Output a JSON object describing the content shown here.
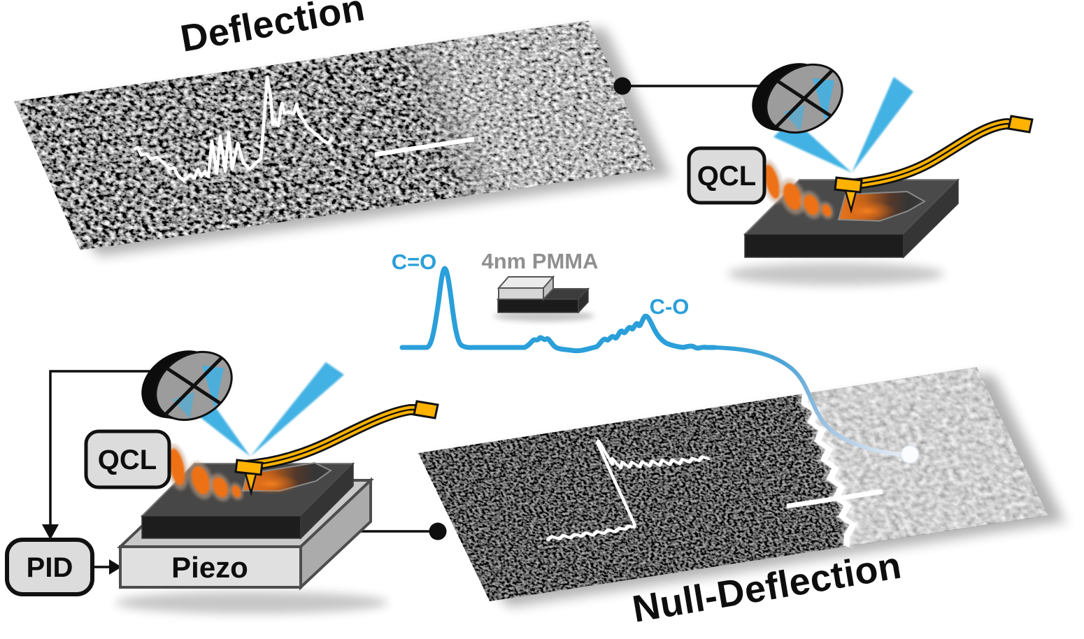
{
  "panels": {
    "deflection": {
      "title": "Deflection"
    },
    "null_deflection": {
      "title": "Null-Deflection"
    }
  },
  "setup_top": {
    "source_label": "QCL"
  },
  "setup_bottom": {
    "source_label": "QCL",
    "controller_label": "PID",
    "stage_label": "Piezo"
  },
  "spectrum": {
    "peak1_label": "C=O",
    "peak2_label": "C-O",
    "sample_label": "4nm PMMA",
    "peak_labels": [
      "C=O",
      "C-O"
    ]
  },
  "colors": {
    "spectrum_blue": "#2B9FD9",
    "laser_blue": "#39ADE2",
    "cantilever_gold": "#FFB200",
    "pulse_orange": "#EE7118",
    "sample_label_gray": "#8F8F8F",
    "box_fill": "#DCDCDC",
    "outline_black": "#111111"
  },
  "icons": [
    "quadrant-photodetector-icon",
    "laser-beam-icon",
    "cantilever-icon",
    "ir-pulse-icon",
    "sample-stage-icon",
    "piezo-stage-icon",
    "connector-dot-icon",
    "probe-point-dot-icon"
  ]
}
